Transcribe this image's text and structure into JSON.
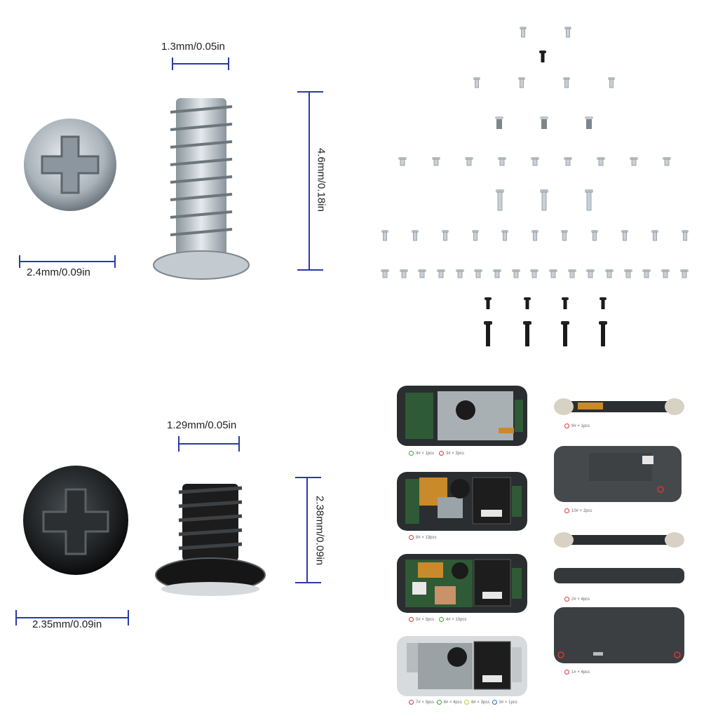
{
  "screw_silver": {
    "head_width": "1.3mm/0.05in",
    "length": "4.6mm/0.18in",
    "diameter": "2.4mm/0.09in"
  },
  "screw_black": {
    "head_width": "1.29mm/0.05in",
    "length": "2.38mm/0.09in",
    "diameter": "2.35mm/0.09in"
  },
  "placement": {
    "console1": [
      "4# × 1pcs",
      "3# × 3pcs"
    ],
    "console2": [
      "8# × 13pcs"
    ],
    "console3": [
      "5# × 3pcs",
      "4# × 10pcs"
    ],
    "console4": [
      "7# × 3pcs",
      "8# × 4pcs",
      "6# × 3pcs",
      "3# × 1pcs"
    ],
    "side_top": [
      "9# × 1pcs"
    ],
    "back_top": [
      "10# × 2pcs"
    ],
    "sides_mid": [
      "2# × 4pcs"
    ],
    "back_bottom": [
      "1# × 4pcs"
    ]
  },
  "colors": {
    "dimension_line": "#2a3aa8",
    "silver": "#b8c2c8",
    "black": "#1a1a1a"
  }
}
